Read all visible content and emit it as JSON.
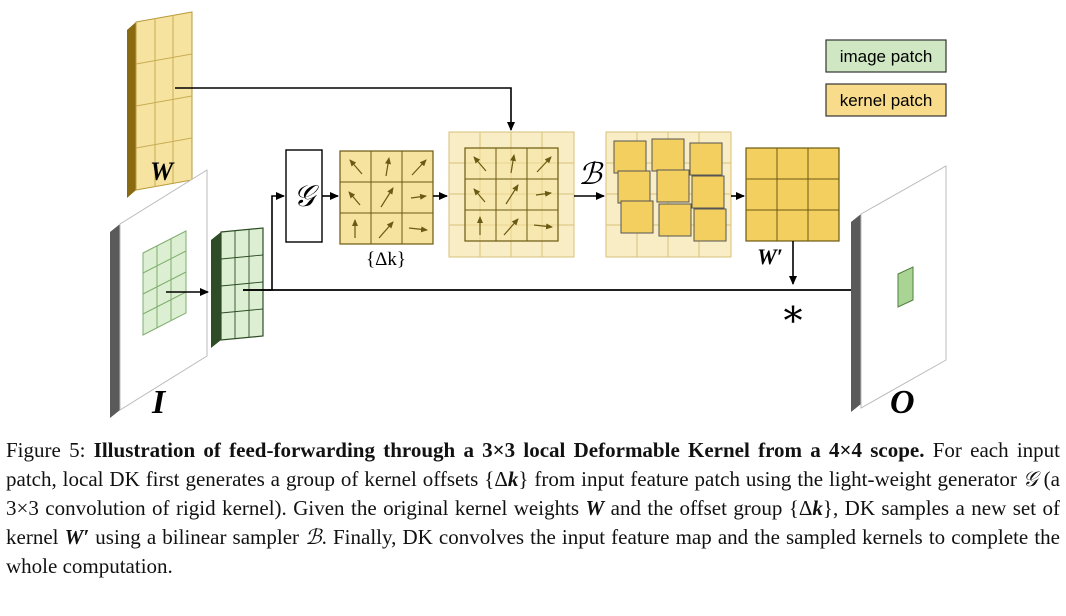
{
  "figure": {
    "legend": {
      "image_patch_label": "image patch",
      "kernel_patch_label": "kernel patch",
      "image_patch_color": "#cfe8c3",
      "kernel_patch_color": "#f8dc8c"
    },
    "labels": {
      "weights": "W",
      "input": "I",
      "output": "O",
      "generator": "𝒢",
      "sampler": "ℬ",
      "offsets": "{Δk}",
      "sampled_weights": "W′",
      "convolution": "∗"
    },
    "colors": {
      "grid_yellow": "#f6e3a0",
      "grid_yellow_dark": "#e8cf6f",
      "kernel_gold": "#f3cf60",
      "green_patch": "#dcefd2",
      "green_dark": "#2e4d26",
      "arrow": "#6b5a12",
      "panel_gray": "#6e6e6e"
    }
  },
  "caption": {
    "figure_number": "Figure 5:",
    "bold_title": "Illustration of feed-forwarding through a 3×3 local Deformable Kernel from a 4×4 scope.",
    "seg1": "For each input patch, local DK first generates a group of kernel offsets {Δ",
    "seg2": "} from input feature patch using the light-weight generator ",
    "seg3": " (a 3×3 convolution of rigid kernel). Given the original kernel weights ",
    "seg4": " and the offset group {Δ",
    "seg5": "}, DK samples a new set of kernel ",
    "seg6": " using a bilinear sampler ",
    "seg7": ". Finally, DK convolves the input feature map and the sampled kernels to complete the whole computation.",
    "sym_k": "k",
    "sym_G": "𝒢",
    "sym_W": "W",
    "sym_Wp": "W′",
    "sym_B": "ℬ"
  }
}
